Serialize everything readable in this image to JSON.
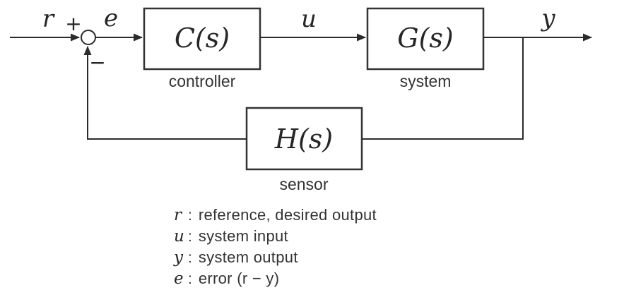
{
  "diagram": {
    "signals": {
      "reference_label": "r",
      "plus_sign": "+",
      "error_label": "e",
      "control_label": "u",
      "output_label": "y",
      "minus_sign": "−"
    },
    "blocks": {
      "controller": {
        "formula": "C(s)",
        "caption": "controller"
      },
      "system": {
        "formula": "G(s)",
        "caption": "system"
      },
      "sensor": {
        "formula": "H(s)",
        "caption": "sensor"
      }
    },
    "colors": {
      "line": "#2b2b2b",
      "block_border": "#333333",
      "block_fill": "#ffffff",
      "text": "#262626",
      "background": "#ffffff"
    }
  },
  "legend": {
    "separator": ":",
    "items": [
      {
        "symbol": "r",
        "description": "reference, desired output"
      },
      {
        "symbol": "u",
        "description": "system input"
      },
      {
        "symbol": "y",
        "description": "system output"
      },
      {
        "symbol": "e",
        "description": "error (r − y)"
      }
    ]
  }
}
